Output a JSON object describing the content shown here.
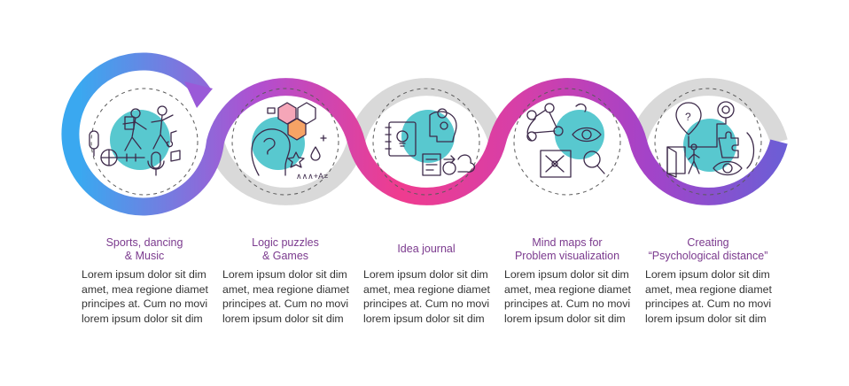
{
  "steps": [
    {
      "title_lines": [
        "Sports, dancing",
        "& Music"
      ],
      "body_lines": [
        "Lorem ipsum dolor sit dim",
        "amet, mea regione diamet",
        "principes at. Cum no movi",
        "lorem ipsum dolor sit dim"
      ],
      "icon": "sports-dancing-music-icon"
    },
    {
      "title_lines": [
        "Logic puzzles",
        "& Games"
      ],
      "body_lines": [
        "Lorem ipsum dolor sit dim",
        "amet, mea regione diamet",
        "principes at. Cum no movi",
        "lorem ipsum dolor sit dim"
      ],
      "icon": "logic-puzzles-games-icon"
    },
    {
      "title_lines": [
        "Idea journal"
      ],
      "body_lines": [
        "Lorem ipsum dolor sit dim",
        "amet, mea regione diamet",
        "principes at. Cum no movi",
        "lorem ipsum dolor sit dim"
      ],
      "icon": "idea-journal-icon"
    },
    {
      "title_lines": [
        "Mind maps for",
        "Problem visualization"
      ],
      "body_lines": [
        "Lorem ipsum dolor sit dim",
        "amet, mea regione diamet",
        "principes at. Cum no movi",
        "lorem ipsum dolor sit dim"
      ],
      "icon": "mind-maps-icon"
    },
    {
      "title_lines": [
        "Creating",
        "“Psychological distance”"
      ],
      "body_lines": [
        "Lorem ipsum dolor sit dim",
        "amet, mea regione diamet",
        "principes at. Cum no movi",
        "lorem ipsum dolor sit dim"
      ],
      "icon": "psychological-distance-icon"
    }
  ],
  "colors": {
    "gradient_start": "#3aa8f0",
    "gradient_mid": "#e6339b",
    "gradient_end": "#6a5fd6",
    "ring_gray": "#d9d9d9",
    "accent_teal": "#58c8cf",
    "title_purple": "#7b3a8e"
  }
}
